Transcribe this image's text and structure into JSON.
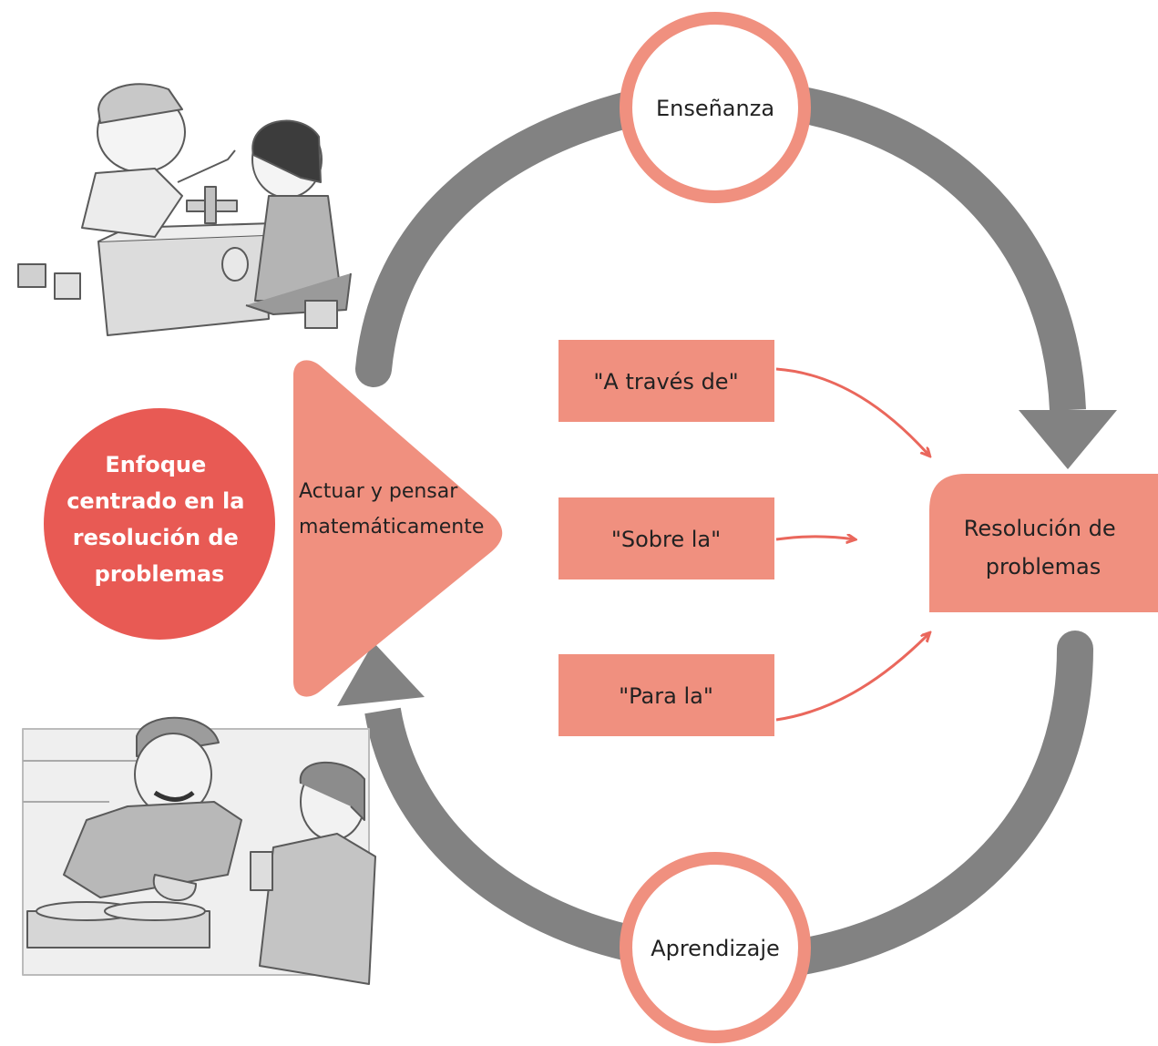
{
  "labels": {
    "ensenanza": "Enseñanza",
    "aprendizaje": "Aprendizaje",
    "triangle_line1": "Actuar y pensar",
    "triangle_line2": "matemáticamente",
    "a_traves": "\"A través de\"",
    "sobre": "\"Sobre la\"",
    "para": "\"Para la\"",
    "resolucion_line1": "Resolución de",
    "resolucion_line2": "problemas",
    "enfoque_line1": "Enfoque",
    "enfoque_line2": "centrado en la",
    "enfoque_line3": "resolución de",
    "enfoque_line4": "problemas"
  },
  "colors": {
    "salmon": "#f0907f",
    "red": "#e85a54",
    "gray": "#828282",
    "arrow": "#ea675c"
  },
  "illustrations": {
    "top_left": "children-playing-with-blocks-sketch",
    "bottom_left": "market-vendor-and-customer-sketch"
  }
}
